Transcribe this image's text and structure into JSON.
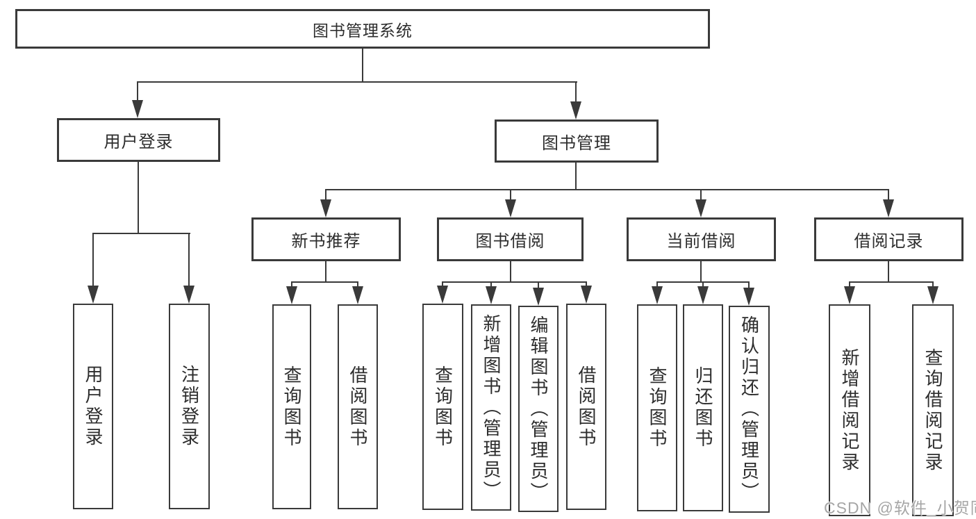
{
  "diagram": {
    "root": {
      "label": "图书管理系统"
    },
    "branches": [
      {
        "label": "用户登录",
        "children": [
          {
            "label": "用户登录"
          },
          {
            "label": "注销登录"
          }
        ]
      },
      {
        "label": "图书管理",
        "groups": [
          {
            "label": "新书推荐",
            "children": [
              {
                "label": "查询图书"
              },
              {
                "label": "借阅图书"
              }
            ]
          },
          {
            "label": "图书借阅",
            "children": [
              {
                "label": "查询图书"
              },
              {
                "label": "新增图书（管理员）"
              },
              {
                "label": "编辑图书（管理员）"
              },
              {
                "label": "借阅图书"
              }
            ]
          },
          {
            "label": "当前借阅",
            "children": [
              {
                "label": "查询图书"
              },
              {
                "label": "归还图书"
              },
              {
                "label": "确认归还（管理员）"
              }
            ]
          },
          {
            "label": "借阅记录",
            "children": [
              {
                "label": "新增借阅记录"
              },
              {
                "label": "查询借阅记录"
              }
            ]
          }
        ]
      }
    ]
  },
  "watermark": {
    "text": "CSDN @软件_小贺同学"
  },
  "colors": {
    "line": "#3a3a3a",
    "text": "#2d2d2d",
    "watermark": "#a6a6a6",
    "background": "#ffffff"
  }
}
